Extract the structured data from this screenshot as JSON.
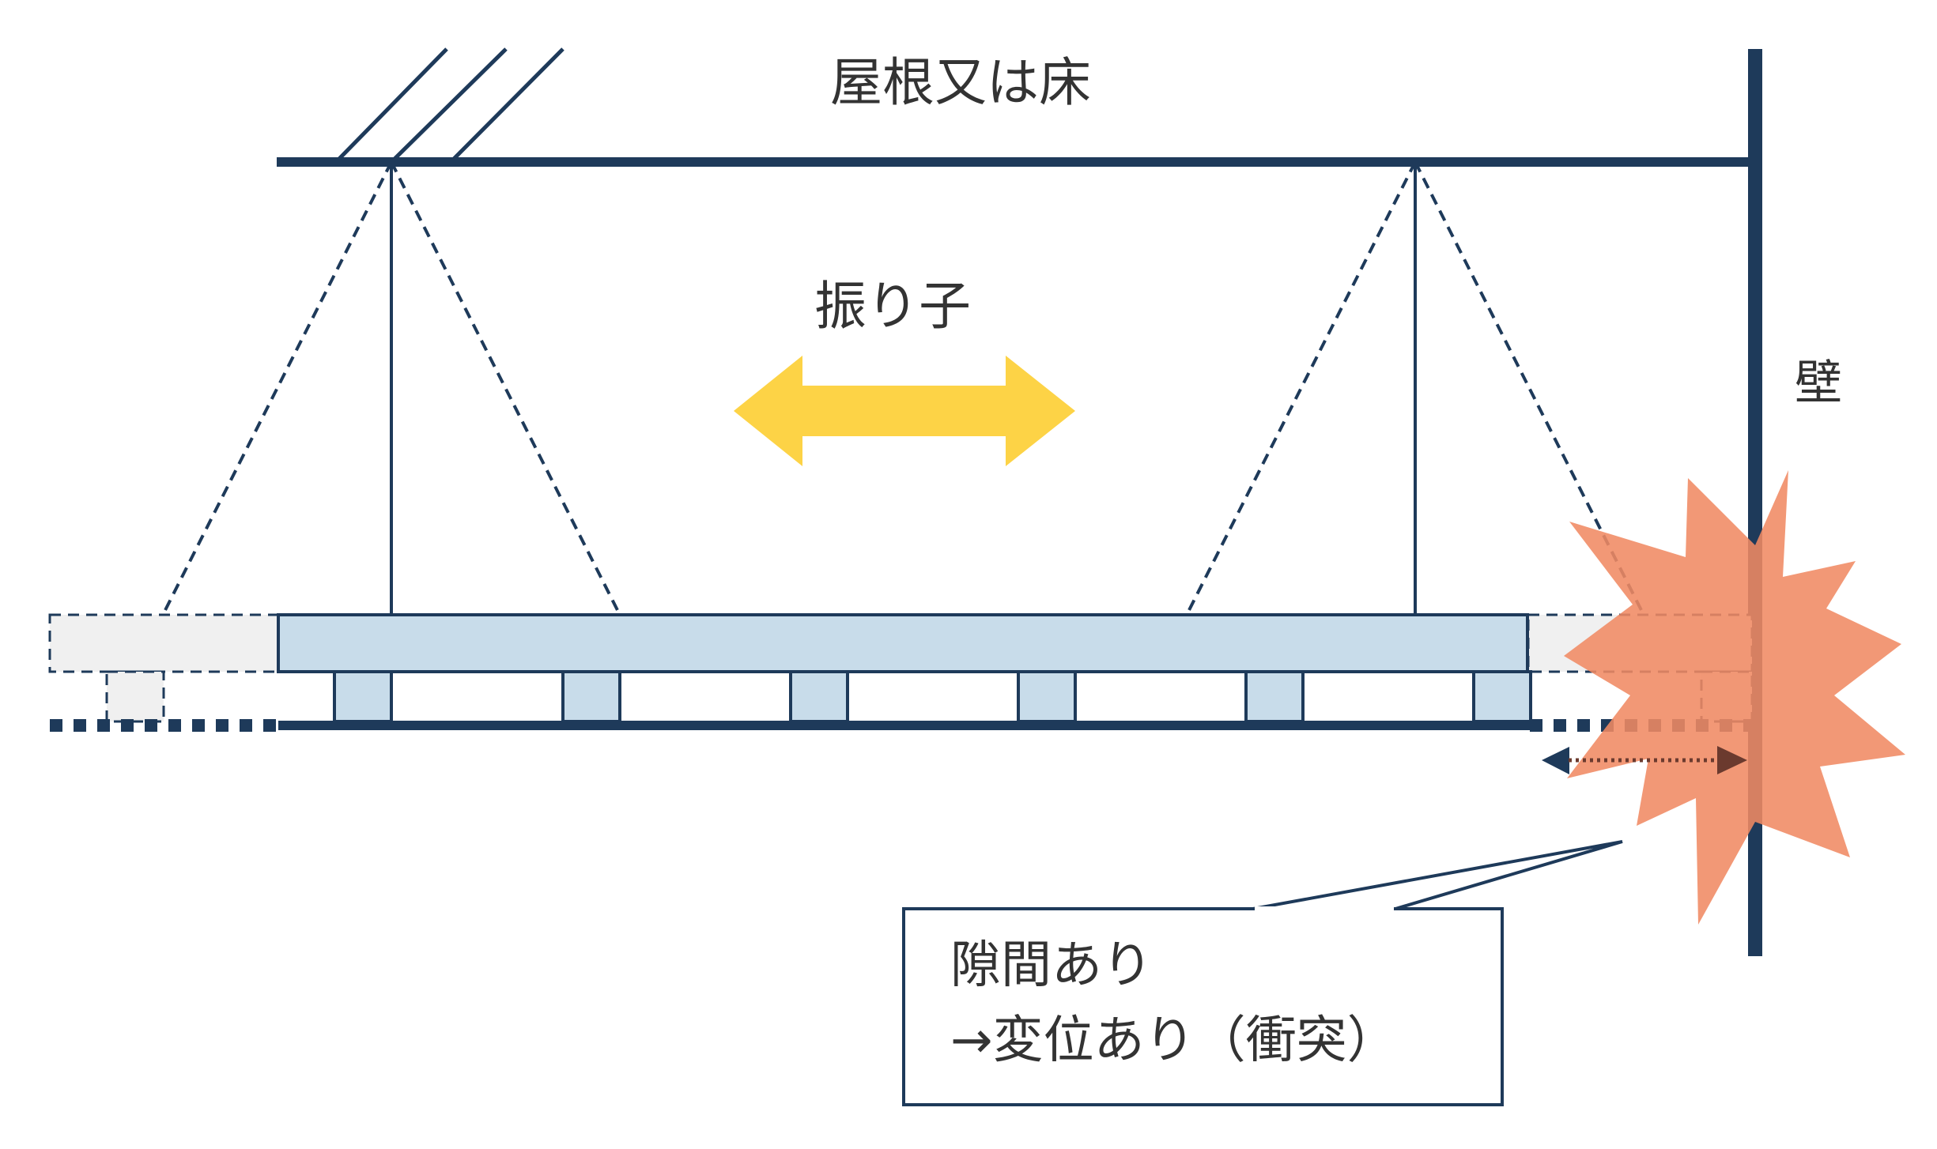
{
  "labels": {
    "roof_or_floor": "屋根又は床",
    "pendulum": "振り子",
    "wall": "壁",
    "callout_line1": "隙間あり",
    "callout_line2": "→変位あり（衝突）"
  },
  "colors": {
    "structure": "#1e3a5a",
    "deck_fill": "#c8dcea",
    "ghost_fill": "#f0f0f0",
    "arrow_yellow": "#fdd346",
    "impact_burst": "#f08a63",
    "gap_arrow": "#6b3a2e",
    "text": "#333333"
  },
  "icons": {
    "pendulum_arrow": "double-headed-arrow-icon",
    "impact": "collision-burst-icon",
    "gap": "gap-double-arrow-icon"
  }
}
